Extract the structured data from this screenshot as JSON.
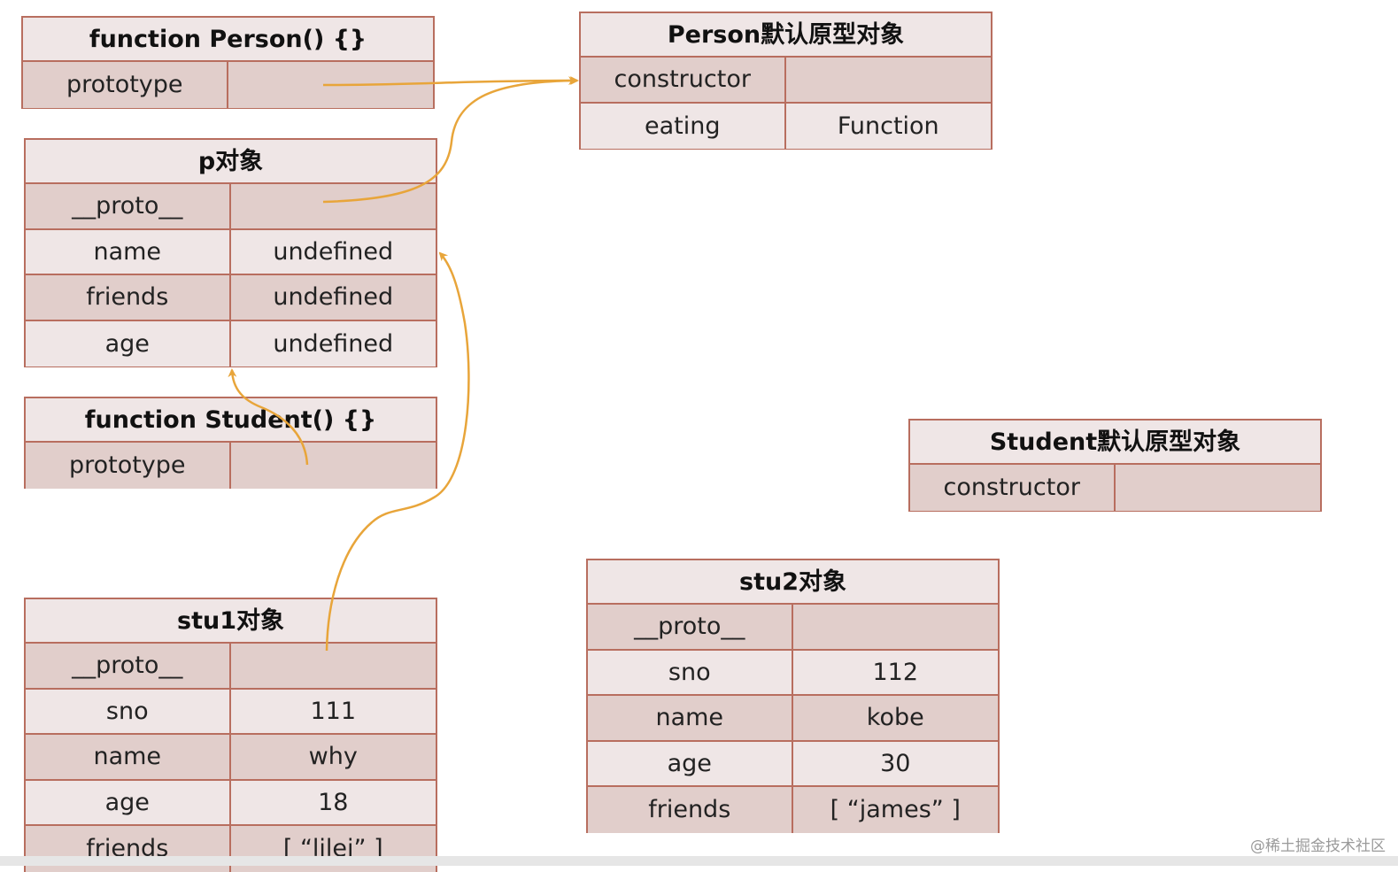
{
  "diagram": {
    "tables": [
      {
        "id": "person-fn",
        "title": "function Person() {}",
        "rows": [
          {
            "key": "prototype",
            "value": ""
          }
        ]
      },
      {
        "id": "person-proto",
        "title": "Person默认原型对象",
        "rows": [
          {
            "key": "constructor",
            "value": ""
          },
          {
            "key": "eating",
            "value": "Function"
          }
        ]
      },
      {
        "id": "p-obj",
        "title": "p对象",
        "rows": [
          {
            "key": "__proto__",
            "value": ""
          },
          {
            "key": "name",
            "value": "undefined"
          },
          {
            "key": "friends",
            "value": "undefined"
          },
          {
            "key": "age",
            "value": "undefined"
          }
        ]
      },
      {
        "id": "student-fn",
        "title": "function Student() {}",
        "rows": [
          {
            "key": "prototype",
            "value": ""
          }
        ]
      },
      {
        "id": "student-proto",
        "title": "Student默认原型对象",
        "rows": [
          {
            "key": "constructor",
            "value": ""
          }
        ]
      },
      {
        "id": "stu2",
        "title": "stu2对象",
        "rows": [
          {
            "key": "__proto__",
            "value": ""
          },
          {
            "key": "sno",
            "value": "112"
          },
          {
            "key": "name",
            "value": "kobe"
          },
          {
            "key": "age",
            "value": "30"
          },
          {
            "key": "friends",
            "value": "[ “james” ]"
          }
        ]
      },
      {
        "id": "stu1",
        "title": "stu1对象",
        "rows": [
          {
            "key": "__proto__",
            "value": ""
          },
          {
            "key": "sno",
            "value": "111"
          },
          {
            "key": "name",
            "value": "why"
          },
          {
            "key": "age",
            "value": "18"
          },
          {
            "key": "friends",
            "value": "[ “lilei” ]"
          }
        ]
      }
    ],
    "arrow_color": "#e8a53a"
  },
  "watermark": "@稀土掘金技术社区"
}
